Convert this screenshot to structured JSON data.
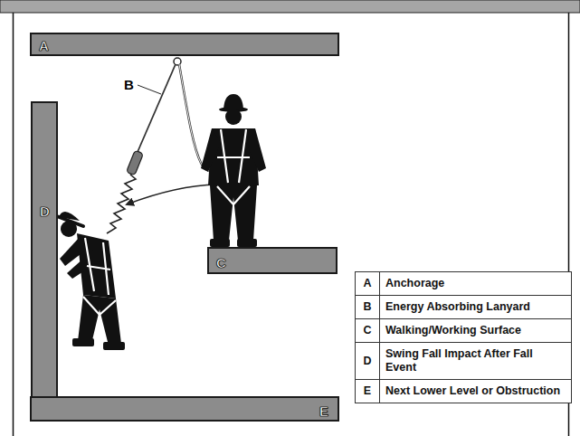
{
  "diagram": {
    "nodes": [
      {
        "text": [
          "A"
        ]
      },
      {
        "text": [
          "D"
        ]
      },
      {
        "text": [
          "C"
        ]
      },
      {
        "text": [
          "E"
        ]
      }
    ],
    "labels": [
      "B",
      "A",
      "Anchorage",
      "B",
      "Energy Absorbing Lanyard",
      "C",
      "Walking/Working Surface",
      "D",
      "Swing Fall Impact After Fall Event",
      "E",
      "Next Lower Level or Obstruction"
    ]
  }
}
